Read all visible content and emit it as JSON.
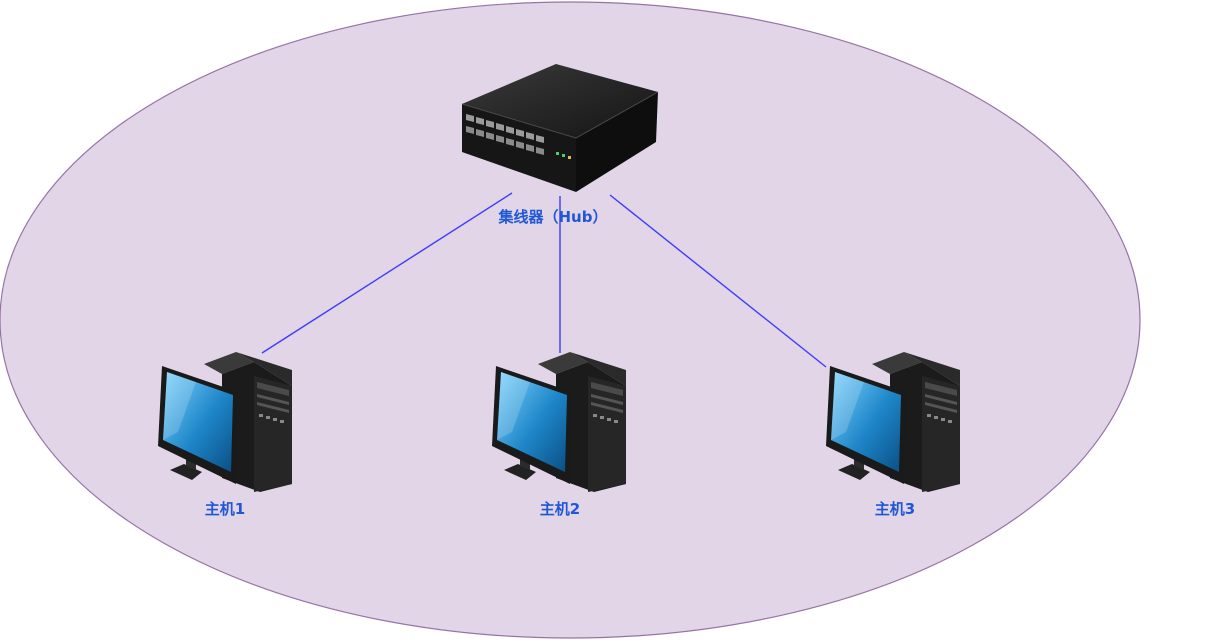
{
  "hub": {
    "label": "集线器（Hub）",
    "icon": "network-hub-icon"
  },
  "hosts": [
    {
      "label": "主机1",
      "icon": "desktop-computer-icon"
    },
    {
      "label": "主机2",
      "icon": "desktop-computer-icon"
    },
    {
      "label": "主机3",
      "icon": "desktop-computer-icon"
    }
  ],
  "colors": {
    "ellipse_fill": "#e1d5e7",
    "ellipse_stroke": "#9673a6",
    "link": "#3c3cff",
    "label": "#1f57d6"
  }
}
